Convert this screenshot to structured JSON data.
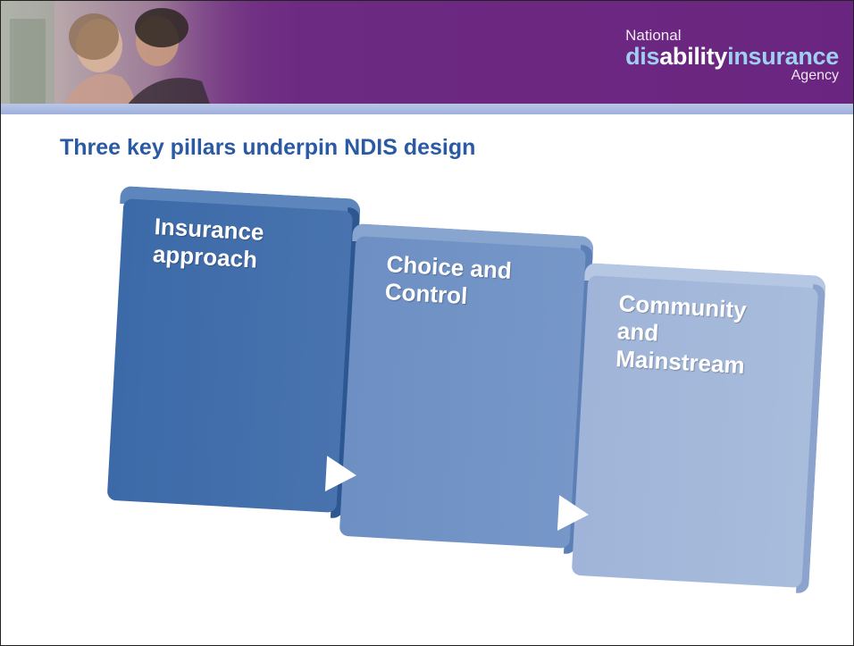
{
  "header": {
    "logo": {
      "national": "National",
      "dis": "dis",
      "ability": "ability",
      "insurance": "insurance",
      "agency": "Agency"
    },
    "colors": {
      "banner": "#6a2580",
      "stripe": "#a8b8e0",
      "title": "#2a5aa3"
    }
  },
  "title": "Three key pillars underpin NDIS design",
  "pillars": [
    {
      "label": "Insurance\napproach",
      "color": "#3c6aa8"
    },
    {
      "label": "Choice and\nControl",
      "color": "#7697c8"
    },
    {
      "label": "Community\nand\nMainstream",
      "color": "#a8bcdc"
    }
  ]
}
